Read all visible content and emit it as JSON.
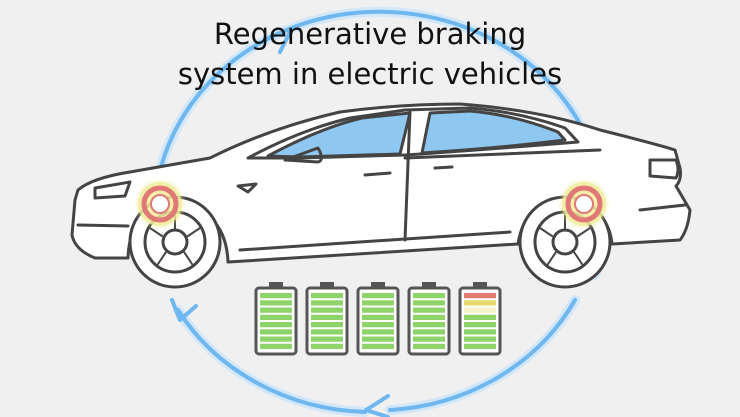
{
  "title": {
    "line1": "Regenerative braking",
    "line2": "system in electric vehicles"
  },
  "colors": {
    "background": "#f0f0f0",
    "cycle_arrow": "#6fb7ef",
    "cycle_glow": "#cfe6fb",
    "car_outline": "#444444",
    "car_body": "#ffffff",
    "window_glass": "#8ec8f0",
    "brake_glow": "#e6e27a",
    "brake_disc": "#e07878",
    "battery_full": "#8fd46a",
    "battery_warn_red": "#e37b6e",
    "battery_warn_yellow": "#e8d96a"
  },
  "batteries": [
    {
      "level": 1.0,
      "state": "full"
    },
    {
      "level": 1.0,
      "state": "full"
    },
    {
      "level": 1.0,
      "state": "full"
    },
    {
      "level": 1.0,
      "state": "full"
    },
    {
      "level": 0.75,
      "state": "charging"
    }
  ],
  "icons": [
    "cycle-arrows-icon",
    "car-icon",
    "brake-disc-icon",
    "battery-icon"
  ]
}
